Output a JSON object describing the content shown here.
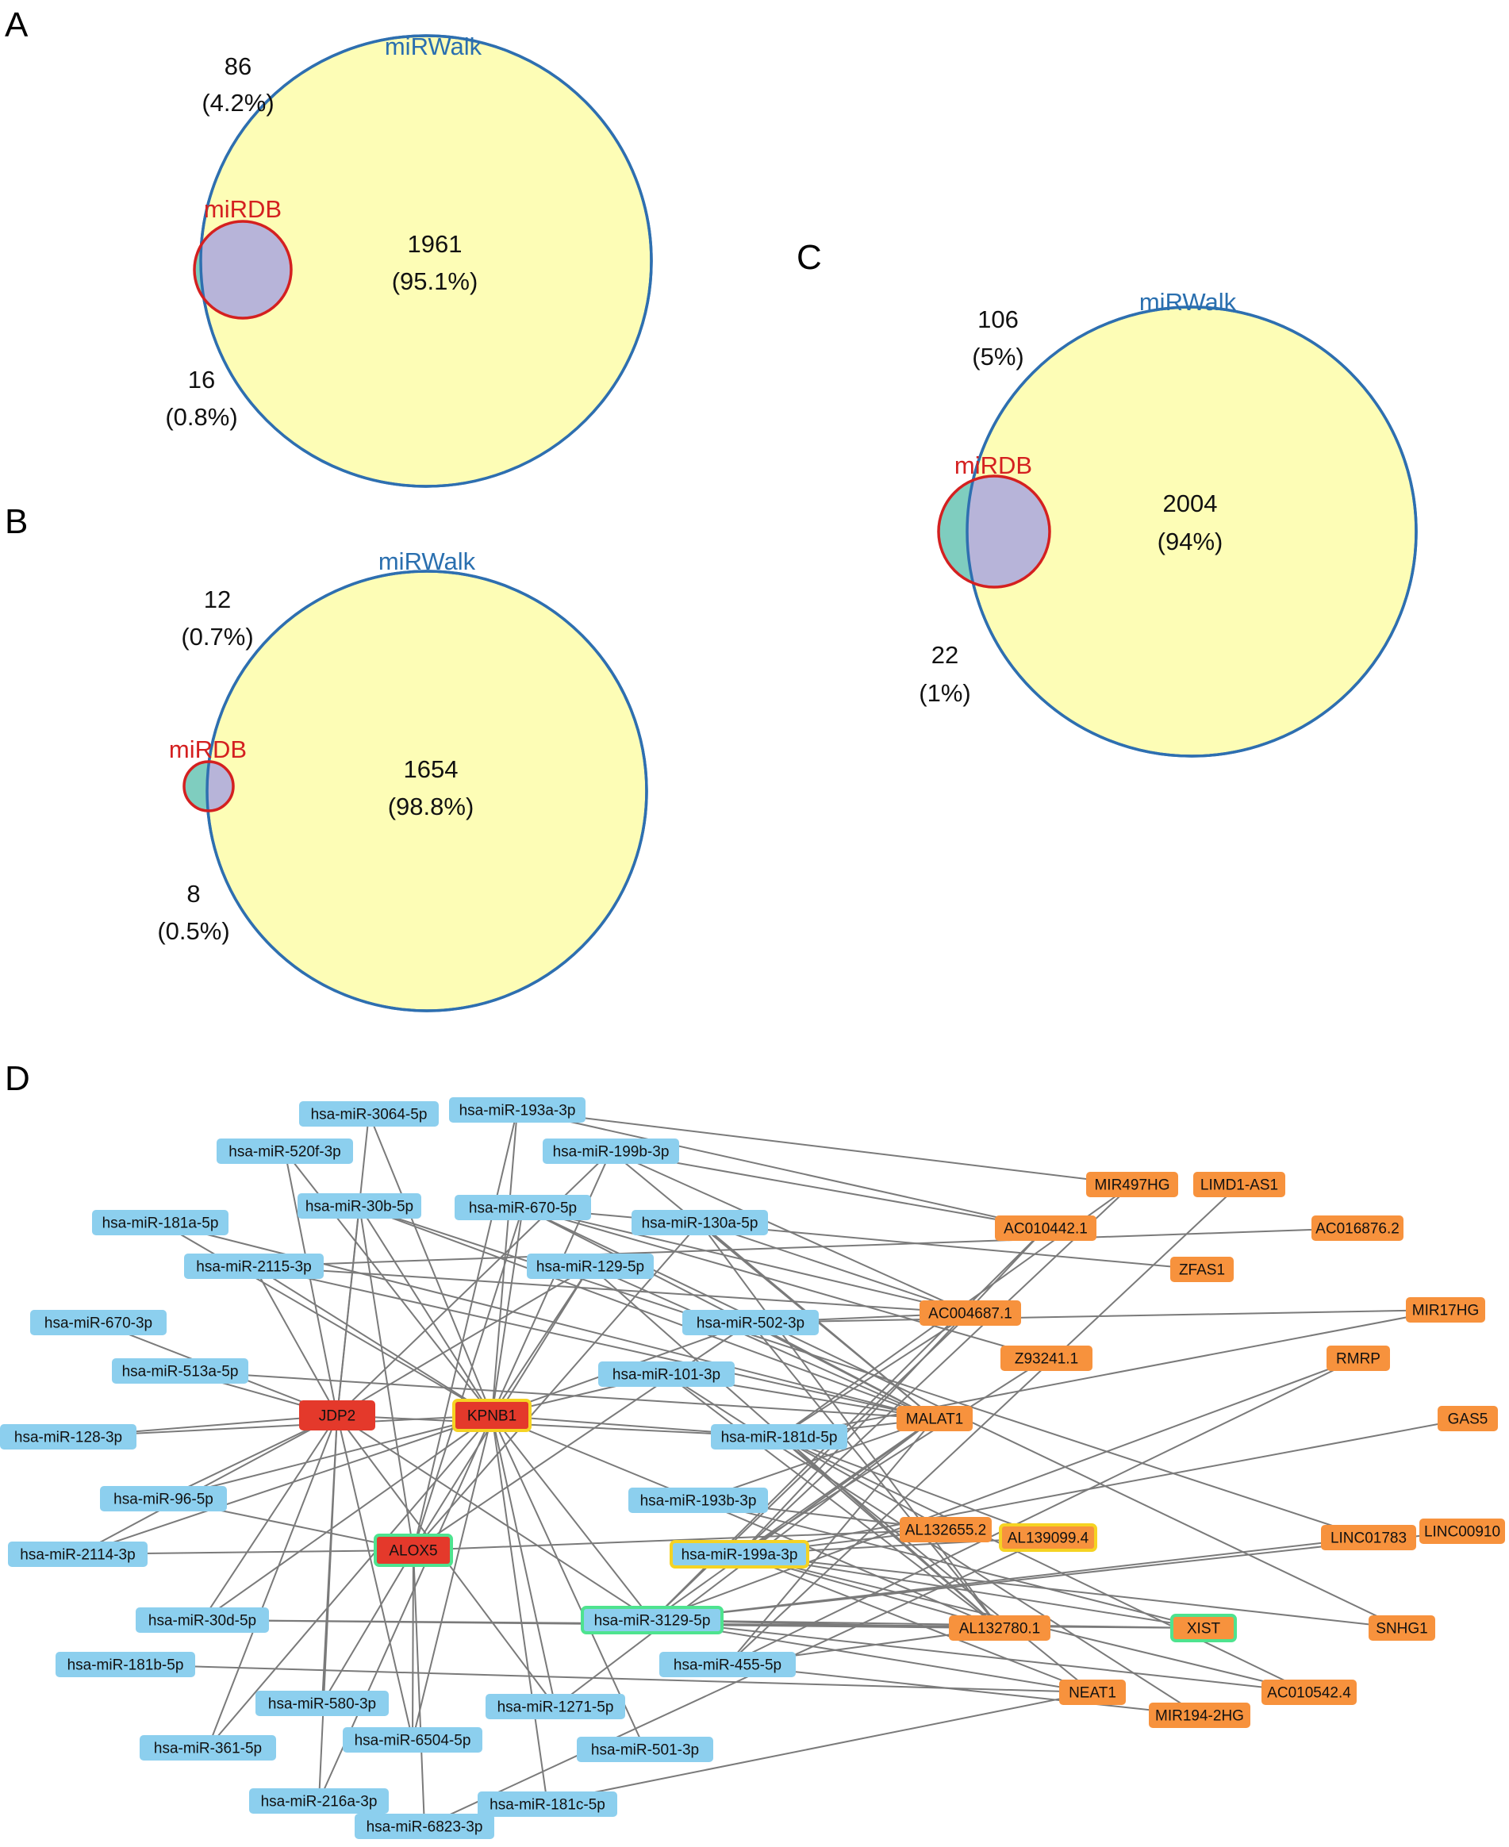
{
  "colors": {
    "mirwalk_fill": "#fdfdb6",
    "mirwalk_stroke": "#2e6fb0",
    "mirdb_only_fill": "#7fcdbf",
    "overlap_fill": "#b7b4d9",
    "mirdb_stroke": "#d42020",
    "mirna_node": "#8ccfee",
    "lncrna_node": "#f7923d",
    "hub_node": "#e4392b",
    "edge": "#7a7a7a",
    "highlight_yellow": "#f5d323",
    "highlight_green": "#4ee38f"
  },
  "panels": {
    "A": {
      "letter": "A",
      "mirwalk_label": "miRWalk",
      "mirdb_label": "miRDB",
      "mirwalk_only_count": "86",
      "mirwalk_only_pct": "(4.2%)",
      "overlap_count": "1961",
      "overlap_pct": "(95.1%)",
      "mirdb_only_count": "16",
      "mirdb_only_pct": "(0.8%)"
    },
    "B": {
      "letter": "B",
      "mirwalk_label": "miRWalk",
      "mirdb_label": "miRDB",
      "mirwalk_only_count": "12",
      "mirwalk_only_pct": "(0.7%)",
      "overlap_count": "1654",
      "overlap_pct": "(98.8%)",
      "mirdb_only_count": "8",
      "mirdb_only_pct": "(0.5%)"
    },
    "C": {
      "letter": "C",
      "mirwalk_label": "miRWalk",
      "mirdb_label": "miRDB",
      "mirwalk_only_count": "106",
      "mirwalk_only_pct": "(5%)",
      "overlap_count": "2004",
      "overlap_pct": "(94%)",
      "mirdb_only_count": "22",
      "mirdb_only_pct": "(1%)"
    },
    "D": {
      "letter": "D"
    }
  },
  "network": {
    "nodes": [
      {
        "id": "m3064",
        "label": "hsa-miR-3064-5p",
        "type": "mirna"
      },
      {
        "id": "m193a",
        "label": "hsa-miR-193a-3p",
        "type": "mirna"
      },
      {
        "id": "m520f",
        "label": "hsa-miR-520f-3p",
        "type": "mirna"
      },
      {
        "id": "m199b",
        "label": "hsa-miR-199b-3p",
        "type": "mirna"
      },
      {
        "id": "m30b",
        "label": "hsa-miR-30b-5p",
        "type": "mirna"
      },
      {
        "id": "m670_5p",
        "label": "hsa-miR-670-5p",
        "type": "mirna"
      },
      {
        "id": "m181a",
        "label": "hsa-miR-181a-5p",
        "type": "mirna"
      },
      {
        "id": "m130a",
        "label": "hsa-miR-130a-5p",
        "type": "mirna"
      },
      {
        "id": "m2115",
        "label": "hsa-miR-2115-3p",
        "type": "mirna"
      },
      {
        "id": "m129",
        "label": "hsa-miR-129-5p",
        "type": "mirna"
      },
      {
        "id": "m670_3p",
        "label": "hsa-miR-670-3p",
        "type": "mirna"
      },
      {
        "id": "m502",
        "label": "hsa-miR-502-3p",
        "type": "mirna"
      },
      {
        "id": "m513a",
        "label": "hsa-miR-513a-5p",
        "type": "mirna"
      },
      {
        "id": "m101",
        "label": "hsa-miR-101-3p",
        "type": "mirna"
      },
      {
        "id": "m128",
        "label": "hsa-miR-128-3p",
        "type": "mirna"
      },
      {
        "id": "m181d",
        "label": "hsa-miR-181d-5p",
        "type": "mirna"
      },
      {
        "id": "m96",
        "label": "hsa-miR-96-5p",
        "type": "mirna"
      },
      {
        "id": "m193b",
        "label": "hsa-miR-193b-3p",
        "type": "mirna"
      },
      {
        "id": "m2114",
        "label": "hsa-miR-2114-3p",
        "type": "mirna"
      },
      {
        "id": "m199a",
        "label": "hsa-miR-199a-3p",
        "type": "mirna",
        "highlight": "yellow"
      },
      {
        "id": "m30d",
        "label": "hsa-miR-30d-5p",
        "type": "mirna"
      },
      {
        "id": "m3129",
        "label": "hsa-miR-3129-5p",
        "type": "mirna",
        "highlight": "green"
      },
      {
        "id": "m181b",
        "label": "hsa-miR-181b-5p",
        "type": "mirna"
      },
      {
        "id": "m455",
        "label": "hsa-miR-455-5p",
        "type": "mirna"
      },
      {
        "id": "m580",
        "label": "hsa-miR-580-3p",
        "type": "mirna"
      },
      {
        "id": "m1271",
        "label": "hsa-miR-1271-5p",
        "type": "mirna"
      },
      {
        "id": "m361",
        "label": "hsa-miR-361-5p",
        "type": "mirna"
      },
      {
        "id": "m6504",
        "label": "hsa-miR-6504-5p",
        "type": "mirna"
      },
      {
        "id": "m501",
        "label": "hsa-miR-501-3p",
        "type": "mirna"
      },
      {
        "id": "m216a",
        "label": "hsa-miR-216a-3p",
        "type": "mirna"
      },
      {
        "id": "m181c",
        "label": "hsa-miR-181c-5p",
        "type": "mirna"
      },
      {
        "id": "m6823",
        "label": "hsa-miR-6823-3p",
        "type": "mirna"
      },
      {
        "id": "JDP2",
        "label": "JDP2",
        "type": "hub"
      },
      {
        "id": "KPNB1",
        "label": "KPNB1",
        "type": "hub",
        "highlight": "yellow"
      },
      {
        "id": "ALOX5",
        "label": "ALOX5",
        "type": "hub",
        "highlight": "green"
      },
      {
        "id": "MIR497HG",
        "label": "MIR497HG",
        "type": "lncrna"
      },
      {
        "id": "LIMD1AS1",
        "label": "LIMD1-AS1",
        "type": "lncrna"
      },
      {
        "id": "AC010442",
        "label": "AC010442.1",
        "type": "lncrna"
      },
      {
        "id": "AC016876",
        "label": "AC016876.2",
        "type": "lncrna"
      },
      {
        "id": "ZFAS1",
        "label": "ZFAS1",
        "type": "lncrna"
      },
      {
        "id": "AC004687",
        "label": "AC004687.1",
        "type": "lncrna"
      },
      {
        "id": "MIR17HG",
        "label": "MIR17HG",
        "type": "lncrna"
      },
      {
        "id": "Z93241",
        "label": "Z93241.1",
        "type": "lncrna"
      },
      {
        "id": "RMRP",
        "label": "RMRP",
        "type": "lncrna"
      },
      {
        "id": "MALAT1",
        "label": "MALAT1",
        "type": "lncrna"
      },
      {
        "id": "GAS5",
        "label": "GAS5",
        "type": "lncrna"
      },
      {
        "id": "AL132655",
        "label": "AL132655.2",
        "type": "lncrna"
      },
      {
        "id": "AL139099",
        "label": "AL139099.4",
        "type": "lncrna",
        "highlight": "yellow"
      },
      {
        "id": "LINC01783",
        "label": "LINC01783",
        "type": "lncrna"
      },
      {
        "id": "LINC00910",
        "label": "LINC00910",
        "type": "lncrna"
      },
      {
        "id": "AL132780",
        "label": "AL132780.1",
        "type": "lncrna"
      },
      {
        "id": "XIST",
        "label": "XIST",
        "type": "lncrna",
        "highlight": "green"
      },
      {
        "id": "SNHG1",
        "label": "SNHG1",
        "type": "lncrna"
      },
      {
        "id": "NEAT1",
        "label": "NEAT1",
        "type": "lncrna"
      },
      {
        "id": "AC010542",
        "label": "AC010542.4",
        "type": "lncrna"
      },
      {
        "id": "MIR1942HG",
        "label": "MIR194-2HG",
        "type": "lncrna"
      }
    ],
    "edges": [
      [
        "JDP2",
        "m3064"
      ],
      [
        "JDP2",
        "m520f"
      ],
      [
        "JDP2",
        "m2115"
      ],
      [
        "JDP2",
        "m670_3p"
      ],
      [
        "JDP2",
        "m513a"
      ],
      [
        "JDP2",
        "m128"
      ],
      [
        "JDP2",
        "m96"
      ],
      [
        "JDP2",
        "m2114"
      ],
      [
        "JDP2",
        "m30d"
      ],
      [
        "JDP2",
        "m580"
      ],
      [
        "JDP2",
        "m361"
      ],
      [
        "JDP2",
        "m6504"
      ],
      [
        "JDP2",
        "m216a"
      ],
      [
        "JDP2",
        "m129"
      ],
      [
        "JDP2",
        "m199b"
      ],
      [
        "JDP2",
        "m181d"
      ],
      [
        "JDP2",
        "m3129"
      ],
      [
        "JDP2",
        "m1271"
      ],
      [
        "JDP2",
        "m30b"
      ],
      [
        "KPNB1",
        "m193a"
      ],
      [
        "KPNB1",
        "m3064"
      ],
      [
        "KPNB1",
        "m520f"
      ],
      [
        "KPNB1",
        "m199b"
      ],
      [
        "KPNB1",
        "m30b"
      ],
      [
        "KPNB1",
        "m670_5p"
      ],
      [
        "KPNB1",
        "m181a"
      ],
      [
        "KPNB1",
        "m129"
      ],
      [
        "KPNB1",
        "m2115"
      ],
      [
        "KPNB1",
        "m502"
      ],
      [
        "KPNB1",
        "m101"
      ],
      [
        "KPNB1",
        "m128"
      ],
      [
        "KPNB1",
        "m96"
      ],
      [
        "KPNB1",
        "m2114"
      ],
      [
        "KPNB1",
        "m181d"
      ],
      [
        "KPNB1",
        "m193b"
      ],
      [
        "KPNB1",
        "m3129"
      ],
      [
        "KPNB1",
        "m1271"
      ],
      [
        "KPNB1",
        "m6504"
      ],
      [
        "KPNB1",
        "m181c"
      ],
      [
        "KPNB1",
        "m216a"
      ],
      [
        "KPNB1",
        "m361"
      ],
      [
        "KPNB1",
        "m501"
      ],
      [
        "KPNB1",
        "m30d"
      ],
      [
        "ALOX5",
        "m193a"
      ],
      [
        "ALOX5",
        "m670_5p"
      ],
      [
        "ALOX5",
        "m130a"
      ],
      [
        "ALOX5",
        "m129"
      ],
      [
        "ALOX5",
        "m30b"
      ],
      [
        "ALOX5",
        "m2114"
      ],
      [
        "ALOX5",
        "m6504"
      ],
      [
        "ALOX5",
        "m6823"
      ],
      [
        "ALOX5",
        "m580"
      ],
      [
        "ALOX5",
        "m96"
      ],
      [
        "ALOX5",
        "m502"
      ],
      [
        "ALOX5",
        "AL132655"
      ],
      [
        "MALAT1",
        "m670_5p"
      ],
      [
        "MALAT1",
        "m130a"
      ],
      [
        "MALAT1",
        "m129"
      ],
      [
        "MALAT1",
        "m502"
      ],
      [
        "MALAT1",
        "m101"
      ],
      [
        "MALAT1",
        "m181d"
      ],
      [
        "MALAT1",
        "m193b"
      ],
      [
        "MALAT1",
        "m199a"
      ],
      [
        "MALAT1",
        "m3129"
      ],
      [
        "MALAT1",
        "m455"
      ],
      [
        "MALAT1",
        "m199b"
      ],
      [
        "MALAT1",
        "m2115"
      ],
      [
        "MALAT1",
        "m30b"
      ],
      [
        "MALAT1",
        "m181a"
      ],
      [
        "MALAT1",
        "m1271"
      ],
      [
        "MALAT1",
        "m513a"
      ],
      [
        "AL132780",
        "m199a"
      ],
      [
        "AL132780",
        "m3129"
      ],
      [
        "AL132780",
        "m181d"
      ],
      [
        "AL132780",
        "m502"
      ],
      [
        "AL132780",
        "m130a"
      ],
      [
        "AL132780",
        "m30d"
      ],
      [
        "AL132780",
        "m193b"
      ],
      [
        "AL132780",
        "m455"
      ],
      [
        "AL132780",
        "m129"
      ],
      [
        "AL132780",
        "m101"
      ],
      [
        "AC004687",
        "m199b"
      ],
      [
        "AC004687",
        "m670_5p"
      ],
      [
        "AC004687",
        "m2115"
      ],
      [
        "AC004687",
        "m130a"
      ],
      [
        "AC004687",
        "m502"
      ],
      [
        "AC004687",
        "m181d"
      ],
      [
        "AC004687",
        "m3129"
      ],
      [
        "AC010442",
        "m193a"
      ],
      [
        "AC010442",
        "m199b"
      ],
      [
        "AC010442",
        "m199a"
      ],
      [
        "AC010442",
        "m3129"
      ],
      [
        "MIR497HG",
        "m193a"
      ],
      [
        "MIR497HG",
        "m181d"
      ],
      [
        "MIR497HG",
        "m199a"
      ],
      [
        "LIMD1AS1",
        "m455"
      ],
      [
        "AC016876",
        "m2115"
      ],
      [
        "ZFAS1",
        "m670_5p"
      ],
      [
        "MIR17HG",
        "m502"
      ],
      [
        "MIR17HG",
        "m181d"
      ],
      [
        "Z93241",
        "m670_5p"
      ],
      [
        "Z93241",
        "m199a"
      ],
      [
        "RMRP",
        "m455"
      ],
      [
        "RMRP",
        "m3129"
      ],
      [
        "GAS5",
        "m199a"
      ],
      [
        "AL132655",
        "m199a"
      ],
      [
        "AL132655",
        "m193b"
      ],
      [
        "AL132655",
        "m181d"
      ],
      [
        "AL139099",
        "m181d"
      ],
      [
        "AL139099",
        "m199a"
      ],
      [
        "AL139099",
        "m6823"
      ],
      [
        "LINC01783",
        "m30b"
      ],
      [
        "LINC01783",
        "m3129"
      ],
      [
        "LINC00910",
        "m3129"
      ],
      [
        "XIST",
        "m3129"
      ],
      [
        "XIST",
        "m199a"
      ],
      [
        "XIST",
        "m193b"
      ],
      [
        "XIST",
        "m30d"
      ],
      [
        "SNHG1",
        "m199a"
      ],
      [
        "SNHG1",
        "m670_5p"
      ],
      [
        "NEAT1",
        "m199a"
      ],
      [
        "NEAT1",
        "m181b"
      ],
      [
        "NEAT1",
        "m181d"
      ],
      [
        "NEAT1",
        "m6823"
      ],
      [
        "NEAT1",
        "m3129"
      ],
      [
        "AC010542",
        "m199a"
      ],
      [
        "AC010542",
        "m3129"
      ],
      [
        "AC010542",
        "m181d"
      ],
      [
        "MIR1942HG",
        "m101"
      ],
      [
        "MIR1942HG",
        "m455"
      ]
    ]
  }
}
